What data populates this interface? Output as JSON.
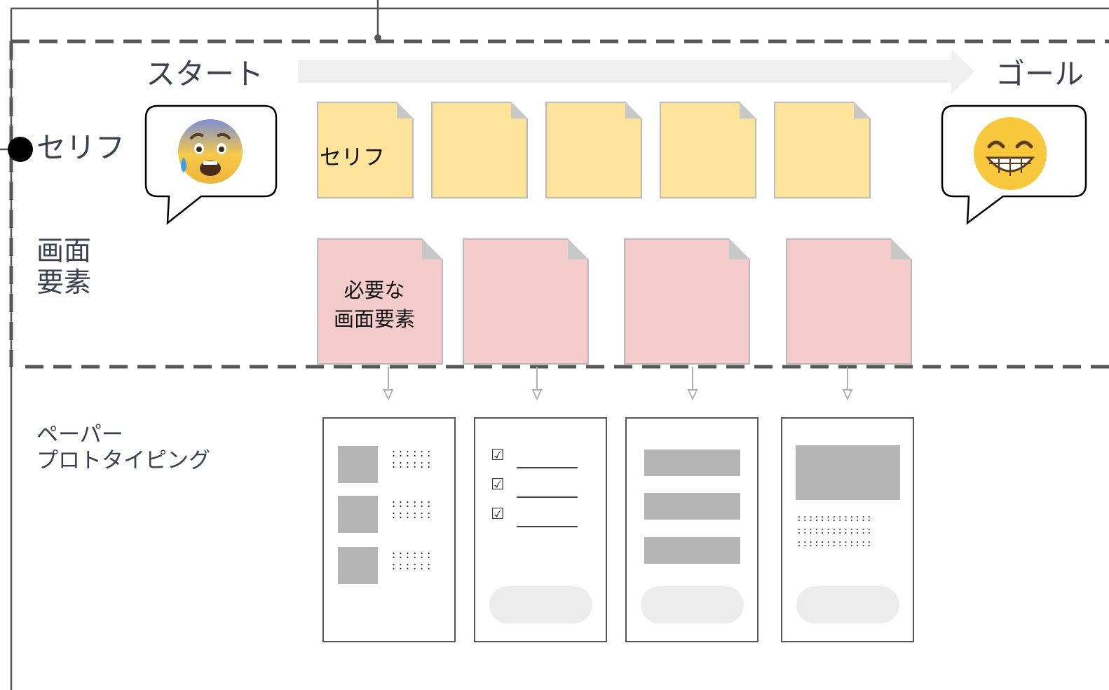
{
  "flow": {
    "start_label": "スタート",
    "goal_label": "ゴール"
  },
  "rows": {
    "serif": {
      "label": "セリフ"
    },
    "screen": {
      "label_line1": "画面",
      "label_line2": "要素"
    },
    "paper": {
      "label_line1": "ペーパー",
      "label_line2": "プロトタイピング"
    }
  },
  "serif_notes": [
    {
      "text": "セリフ"
    },
    {
      "text": ""
    },
    {
      "text": ""
    },
    {
      "text": ""
    },
    {
      "text": ""
    }
  ],
  "screen_notes": [
    {
      "line1": "必要な",
      "line2": "画面要素"
    },
    {
      "line1": "",
      "line2": ""
    },
    {
      "line1": "",
      "line2": ""
    },
    {
      "line1": "",
      "line2": ""
    }
  ],
  "emoji": {
    "start": "anxious-face-with-sweat",
    "goal": "grinning-face-with-smiling-eyes"
  },
  "prototype": {
    "card1_dots": "::::::",
    "card2_check": "☑",
    "card4_dots": ":::::::::::::"
  },
  "colors": {
    "sticky_yellow": "#fde49a",
    "sticky_pink": "#f3cbcb",
    "arrow_grey": "#efefef",
    "line": "#555555"
  }
}
